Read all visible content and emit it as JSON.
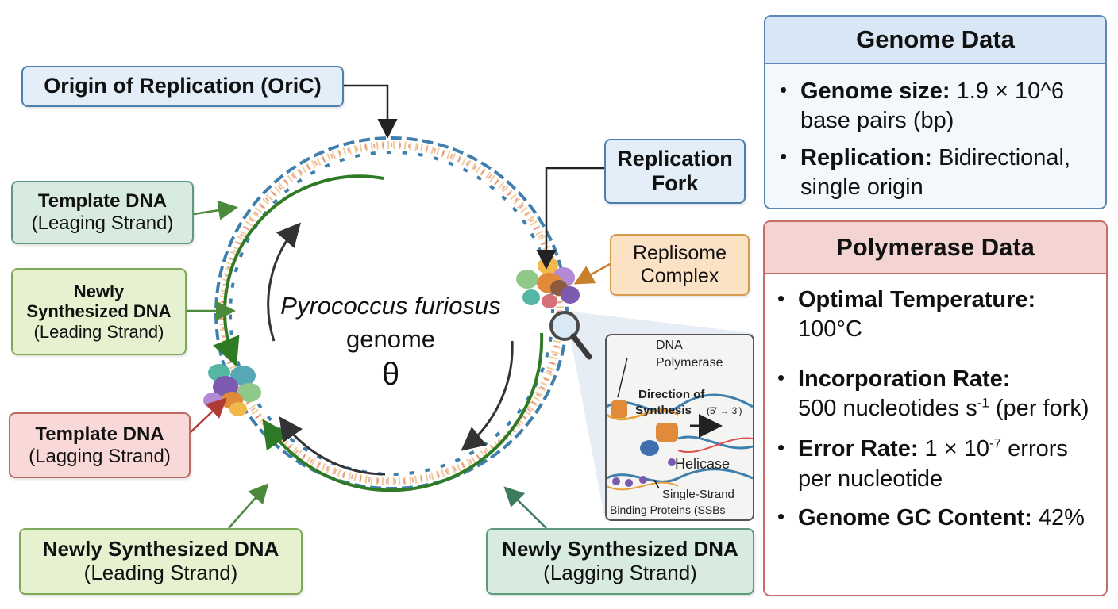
{
  "labels": {
    "oric": "Origin of Replication (OriC)",
    "replication_fork": [
      "Replication",
      "Fork"
    ],
    "replisome": [
      "Replisome",
      "Complex"
    ],
    "template_leading": [
      "Template DNA",
      "(Leaging Strand)"
    ],
    "new_leading_left": [
      "Newly",
      "Synthesized DNA",
      "(Leading Strand)"
    ],
    "template_lagging": [
      "Template DNA",
      "(Lagging Strand)"
    ],
    "new_leading_bottom": [
      "Newly Synthesized DNA",
      "(Leading Strand)"
    ],
    "new_lagging": [
      "Newly Synthesized DNA",
      "(Lagging Strand)"
    ]
  },
  "center": {
    "title": "Pyrococcus furiosus",
    "subtitle": "genome",
    "symbol": "θ"
  },
  "inset": {
    "polymerase": [
      "DNA",
      "Polymerase"
    ],
    "direction": [
      "Direction of",
      "Synthesis"
    ],
    "direction_note": "(5′ → 3′)",
    "helicase": "Helicase",
    "ssb": [
      "Single-Strand",
      "Binding Proteins (SSBs"
    ]
  },
  "genome_panel": {
    "title": "Genome Data",
    "items": [
      {
        "label": "Genome size:",
        "value": " 1.9 × 10^6 base pairs (bp)"
      },
      {
        "label": "Replication:",
        "value": " Bidirectional, single origin"
      }
    ]
  },
  "polymerase_panel": {
    "title": "Polymerase Data",
    "items": [
      {
        "label": "Optimal Temperature:",
        "value": "100°C"
      },
      {
        "label": "Incorporation Rate:",
        "value_pre": "500 nucleotides s",
        "sup": "-1",
        "value_post": " (per fork)"
      },
      {
        "label": "Error Rate:",
        "value_pre": " 1 × 10",
        "sup": "-7",
        "value_post": " errors per nucleotide"
      },
      {
        "label": "Genome GC Content:",
        "value": " 42%"
      }
    ]
  },
  "colors": {
    "dna_backbone": "#3f7fae",
    "synthesis_arrow": "#3c8a2e",
    "label_arrow": "#4a8a3a",
    "protein_purple": "#7b5ab0",
    "protein_orange": "#e08a3a"
  }
}
